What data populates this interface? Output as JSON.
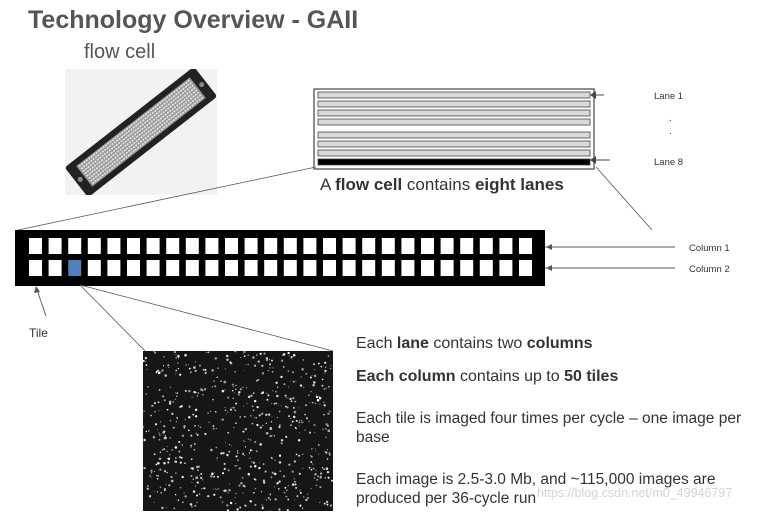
{
  "title": "Technology Overview - GAII",
  "flow_cell_label": "flow cell",
  "lanes": {
    "count": 8,
    "first_label": "Lane 1",
    "last_label": "Lane 8",
    "ellipsis_1": ".",
    "ellipsis_2": ".",
    "caption_part1": "A ",
    "caption_bold1": "flow cell",
    "caption_part2": " contains ",
    "caption_bold2": "eight lanes"
  },
  "tiles": {
    "per_column": 26,
    "columns": 2,
    "highlight_row": 2,
    "highlight_index": 3,
    "highlight_color": "#4f81bd",
    "column_1_label": "Column 1",
    "column_2_label": "Column 2",
    "tile_label": "Tile"
  },
  "descriptions": {
    "d1_t1": "Each ",
    "d1_b1": "lane",
    "d1_t2": " contains two ",
    "d1_b2": "columns",
    "d2_b1": "Each column",
    "d2_t1": " contains up to ",
    "d2_b2": "50 tiles",
    "d3_t1": "Each ",
    "d3_b1": "tile",
    "d3_t2": " is imaged four times per cycle – one image per base",
    "d4_t1": "Each ",
    "d4_b1": "image",
    "d4_t2": " is 2.5-3.0 Mb, and ~115,000 images are produced per 36-cycle run"
  },
  "watermark": "https://blog.csdn.net/m0_49946797"
}
